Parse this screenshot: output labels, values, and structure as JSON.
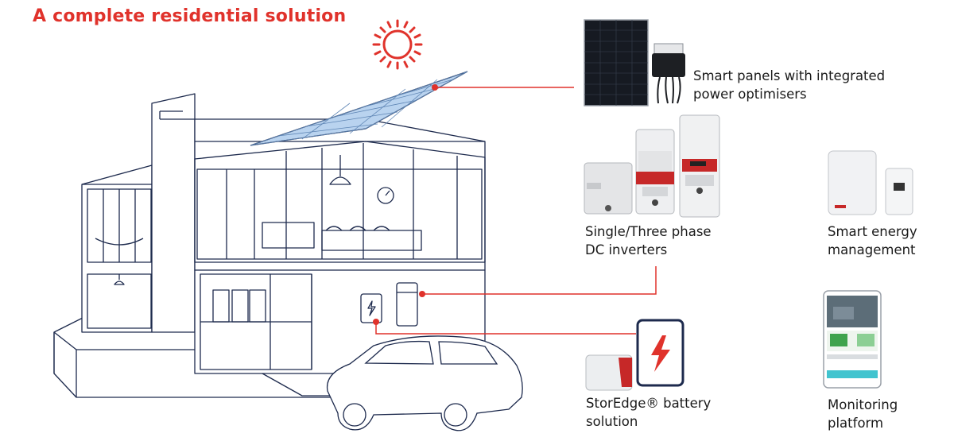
{
  "title": "A complete residential solution",
  "accent_color": "#e0322b",
  "house_line_color": "#1d2a4d",
  "panel_color": "#b9d3ef",
  "labels": {
    "panels": {
      "line1": "Smart panels with integrated",
      "line2": "power optimisers"
    },
    "inverters": {
      "line1": "Single/Three phase",
      "line2": "DC inverters"
    },
    "energy": {
      "line1": "Smart energy",
      "line2": "management"
    },
    "battery": {
      "line1": "StorEdge® battery",
      "line2": "solution"
    },
    "monitoring": {
      "line1": "Monitoring",
      "line2": "platform"
    }
  },
  "icons": [
    "sun-icon",
    "lightning-bolt-icon",
    "solar-panel-icon",
    "power-optimizer-icon",
    "inverter-icon",
    "energy-meter-icon",
    "battery-icon",
    "phone-app-icon",
    "car-icon",
    "house-icon"
  ]
}
